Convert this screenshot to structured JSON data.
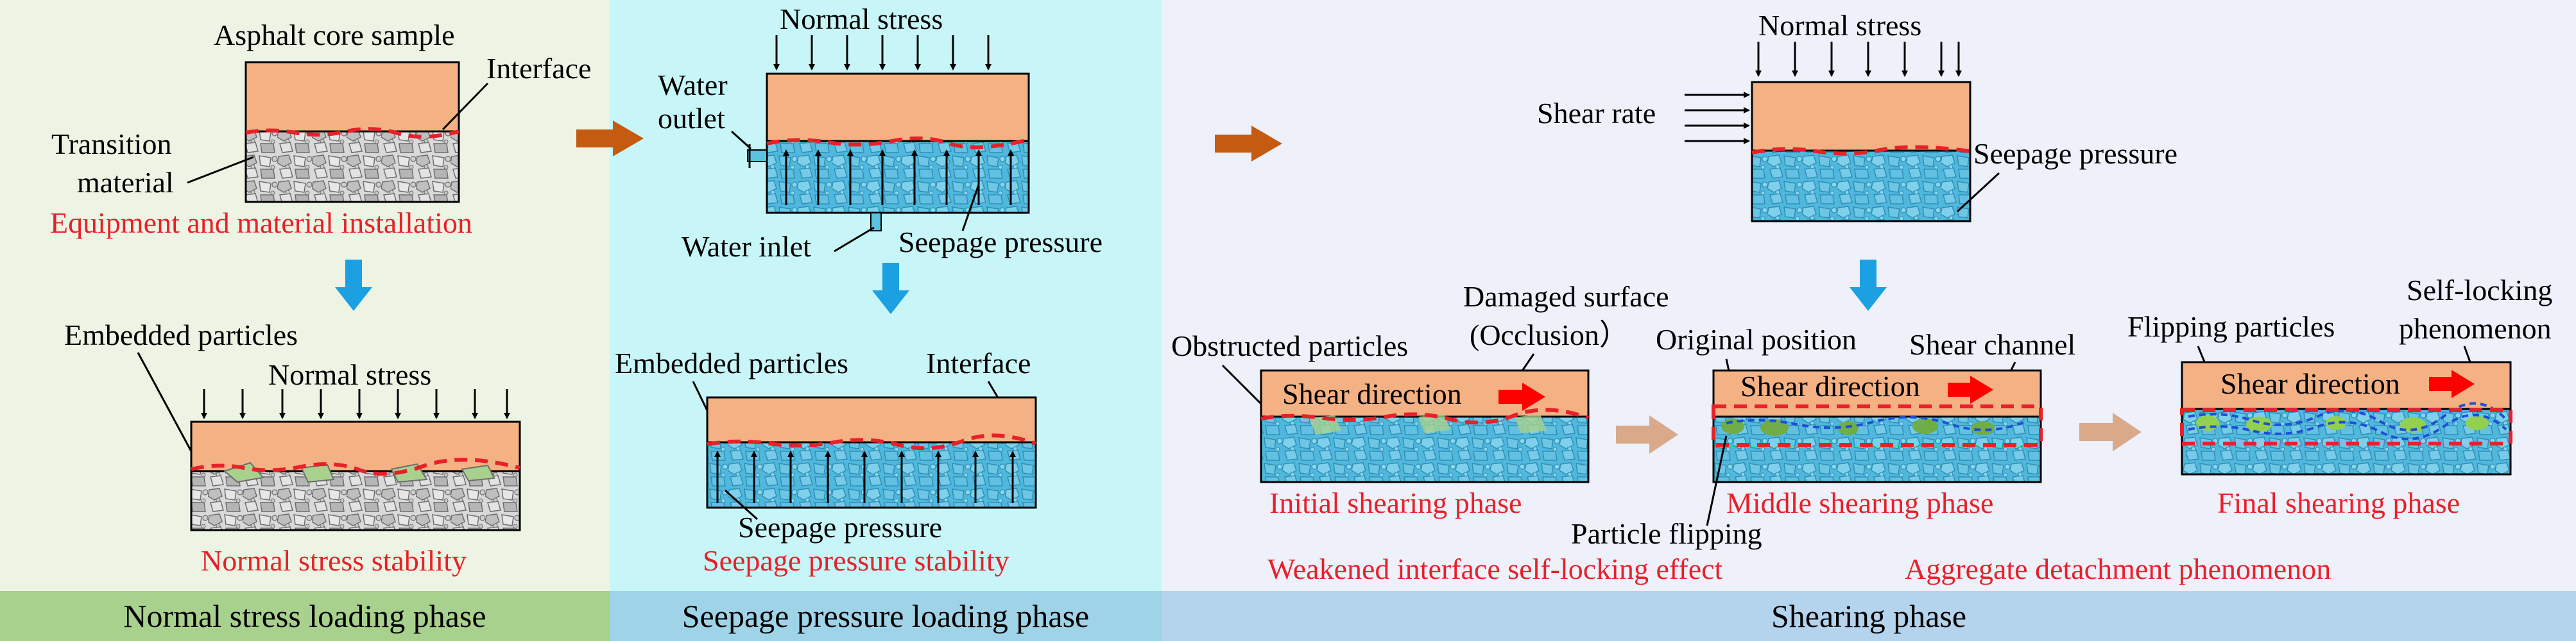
{
  "panel1": {
    "title": "Asphalt core sample",
    "interface": "Interface",
    "transition_line1": "Transition",
    "transition_line2": "material",
    "caption": "Equipment and material installation",
    "embedded": "Embedded particles",
    "normal_stress": "Normal stress",
    "caption2": "Normal stress stability"
  },
  "panel2": {
    "normal_stress": "Normal stress",
    "water_outlet_line1": "Water",
    "water_outlet_line2": "outlet",
    "water_inlet": "Water inlet",
    "seepage_pressure": "Seepage pressure",
    "embedded": "Embedded particles",
    "interface": "Interface",
    "seepage_pressure2": "Seepage pressure",
    "caption": "Seepage pressure stability"
  },
  "panel3": {
    "normal_stress": "Normal stress",
    "shear_rate": "Shear rate",
    "seepage_pressure": "Seepage pressure",
    "obstructed": "Obstructed particles",
    "damaged_line1": "Damaged surface",
    "damaged_line2": "(Occlusion）",
    "original_position": "Original position",
    "shear_channel": "Shear channel",
    "flipping": "Flipping particles",
    "selflocking_line1": "Self-locking",
    "selflocking_line2": "phenomenon",
    "shear_direction": "Shear direction",
    "initial_phase": "Initial shearing phase",
    "middle_phase": "Middle shearing phase",
    "final_phase": "Final shearing phase",
    "particle_flipping": "Particle flipping",
    "weakened": "Weakened interface self-locking effect",
    "aggregate": "Aggregate detachment phenomenon"
  },
  "footer": {
    "phase1": "Normal stress loading phase",
    "phase2": "Seepage pressure loading phase",
    "phase3": "Shearing phase"
  },
  "colors": {
    "panel1_bg": "#eef4e4",
    "panel2_bg": "#c8f6f8",
    "panel3_bg": "#eef1fa",
    "footer1": "#a9d18e",
    "footer2": "#9fd3e8",
    "footer3": "#b4d3ec",
    "asphalt": "#f4b183",
    "water": "#5bc3e0",
    "interface_line": "#e8202a",
    "arrow_orange": "#c55a11",
    "arrow_blue": "#1ba1e2",
    "arrow_tan": "#d9a98a"
  }
}
